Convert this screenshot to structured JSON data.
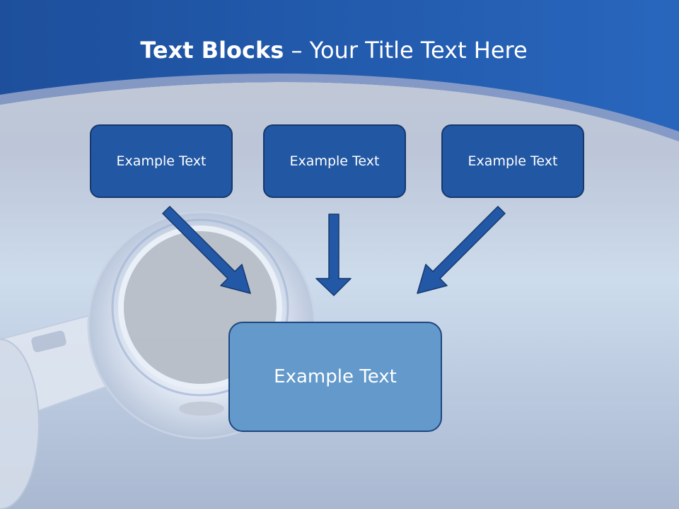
{
  "slide": {
    "title_bold": "Text Blocks",
    "title_dash": " – ",
    "title_rest": "Your Title Text Here",
    "top_boxes": [
      "Example Text",
      "Example Text",
      "Example Text"
    ],
    "center_box": "Example Text"
  },
  "colors": {
    "header_blue": "#1f5aab",
    "box_fill": "#2257a3",
    "box_border": "#17386c",
    "center_fill": "#6399cb",
    "arrow_fill": "#2358a6"
  },
  "icons": [
    "arrow-down-right-icon",
    "arrow-down-icon",
    "arrow-down-left-icon"
  ]
}
